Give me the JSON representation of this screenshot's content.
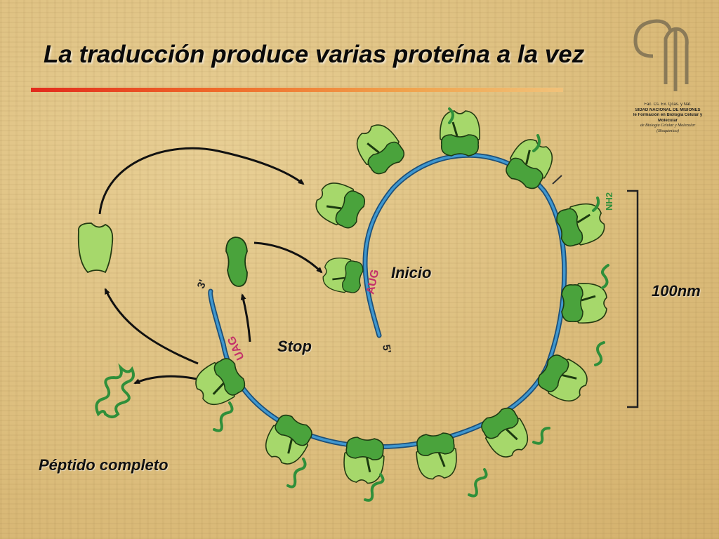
{
  "title": "La traducción produce varias proteína a la vez",
  "labels": {
    "inicio": "Inicio",
    "stop": "Stop",
    "scale": "100nm",
    "peptide": "Péptido completo",
    "codon_start": "AUG",
    "codon_stop": "UAG",
    "end_3": "3'",
    "end_5": "5'",
    "nh2": "NH2"
  },
  "logo": {
    "mark": "ccn",
    "lines": [
      "Fac. Cs. Ex. Qcas. y Nat.",
      "SIDAD NACIONAL DE MISIONES",
      "le Formación en Biología Celular y",
      "Molecular",
      "de Biología Celular y Molecular",
      "(Bioquímica)"
    ]
  },
  "colors": {
    "title_rule_start": "#e22a1c",
    "title_rule_end": "#f1c27a",
    "mrna": "#2a7fb8",
    "ribosome_large": "#a6d86b",
    "ribosome_small": "#4aa33c",
    "peptide": "#2f8f3a",
    "codon": "#c4306a"
  }
}
